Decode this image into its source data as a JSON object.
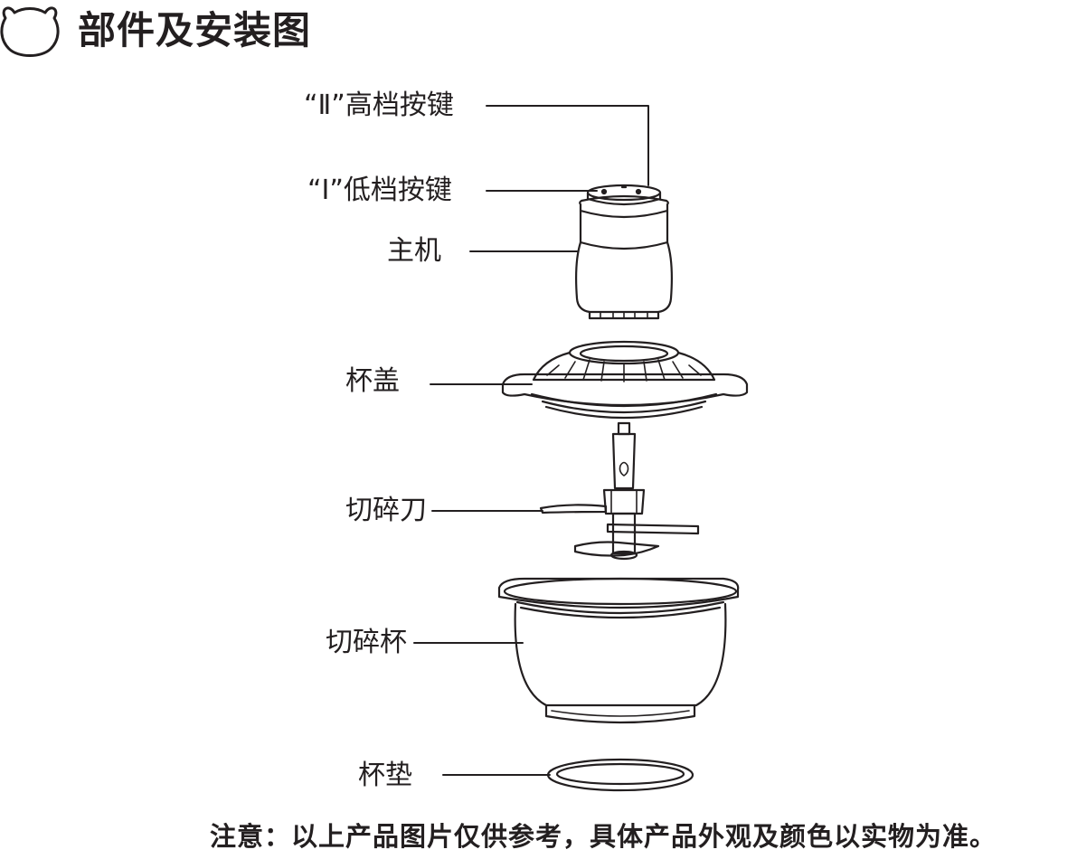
{
  "header": {
    "icon": "bear-head-icon",
    "title": "部件及安装图"
  },
  "parts": {
    "high_speed_button": "“Ⅱ”高档按键",
    "low_speed_button": "“Ⅰ”低档按键",
    "main_unit": "主机",
    "cup_lid": "杯盖",
    "chopping_blade": "切碎刀",
    "chopping_cup": "切碎杯",
    "cup_pad": "杯垫"
  },
  "footer": {
    "note": "注意：以上产品图片仅供参考，具体产品外观及颜色以实物为准。"
  }
}
